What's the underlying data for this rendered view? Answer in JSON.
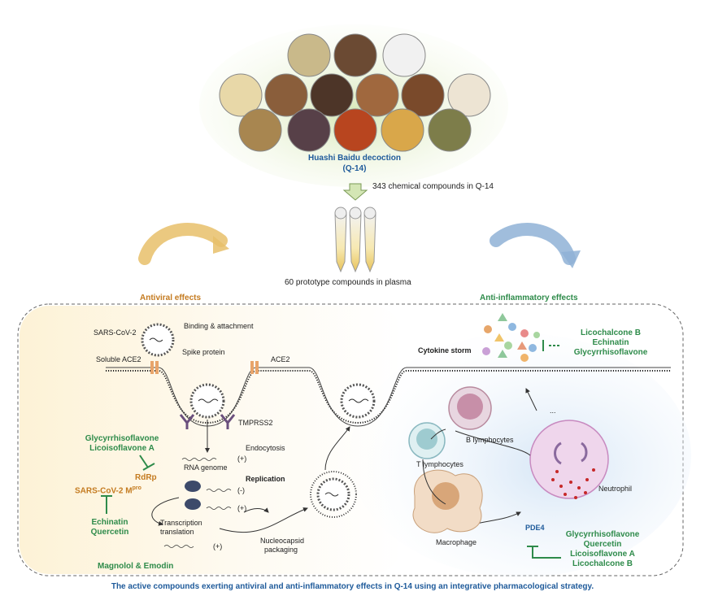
{
  "header": {
    "decoction_name": "Huashi Baidu decoction",
    "decoction_code": "(Q-14)",
    "compounds_total": "343 chemical compounds in Q-14",
    "plasma_compounds": "60 prototype compounds in plasma"
  },
  "effects": {
    "antiviral": "Antiviral effects",
    "anti_inflammatory": "Anti-inflammatory effects"
  },
  "viral": {
    "virus": "SARS-CoV-2",
    "binding": "Binding & attachment",
    "spike": "Spike protein",
    "soluble_ace2": "Soluble ACE2",
    "ace2": "ACE2",
    "tmprss2": "TMPRSS2",
    "endocytosis": "Endocytosis",
    "rna_genome": "RNA genome",
    "plus1": "(+)",
    "replication": "Replication",
    "minus": "(-)",
    "plus2": "(+)",
    "transcription": "Transcription",
    "translation": "translation",
    "plus3": "(+)",
    "nucleocapsid": "Nucleocapsid",
    "packaging": "packaging",
    "rdrp": "RdRp",
    "mpro": "SARS-CoV-2 M",
    "mpro_sup": "pro"
  },
  "antiviral_compounds": {
    "rdrp_inhibitors": [
      "Glycyrrhisoflavone",
      "Licoisoflavone A"
    ],
    "mpro_inhibitors": [
      "Echinatin",
      "Quercetin"
    ],
    "other": "Magnolol & Emodin"
  },
  "immune": {
    "cytokine_storm": "Cytokine storm",
    "b_cells": "B lymphocytes",
    "t_cells": "T lymphocytes",
    "macrophage": "Macrophage",
    "neutrophil": "Neutrophil",
    "pde4": "PDE4",
    "ellipsis": "..."
  },
  "anti_inflammatory_compounds": {
    "cytokine_inhibitors": [
      "Licochalcone B",
      "Echinatin",
      "Glycyrrhisoflavone"
    ],
    "pde4_inhibitors": [
      "Glycyrrhisoflavone",
      "Quercetin",
      "Licoisoflavone A",
      "Licochalcone B"
    ]
  },
  "caption": "The active compounds exerting antiviral and anti-inflammatory effects in Q-14 using an integrative pharmacological strategy.",
  "colors": {
    "green": "#2e8b4a",
    "orange": "#c47a1f",
    "blue": "#1e5a9a",
    "bowl_bg": "#e6f0d3",
    "warm_bg": "#fdf4dc",
    "cool_bg": "#e6f0fa"
  }
}
